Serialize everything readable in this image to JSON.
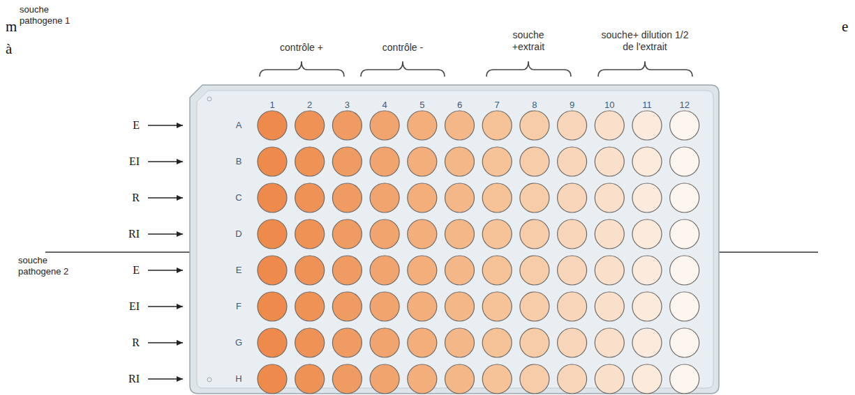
{
  "diagram": {
    "labels": [
      "m",
      "souche pathogene 1",
      "à",
      "e",
      "contrôle +",
      "contrôle -",
      "souche +extrait",
      "souche+ dilution 1/2 de l'extrait",
      "1",
      "2",
      "3",
      "4",
      "5",
      "6",
      "7",
      "8",
      "9",
      "10",
      "11",
      "12",
      "A",
      "B",
      "C",
      "D",
      "E",
      "F",
      "G",
      "H",
      "E",
      "EI",
      "R",
      "RI",
      "souche pathogene 2",
      "E",
      "EI",
      "R",
      "RI"
    ]
  }
}
